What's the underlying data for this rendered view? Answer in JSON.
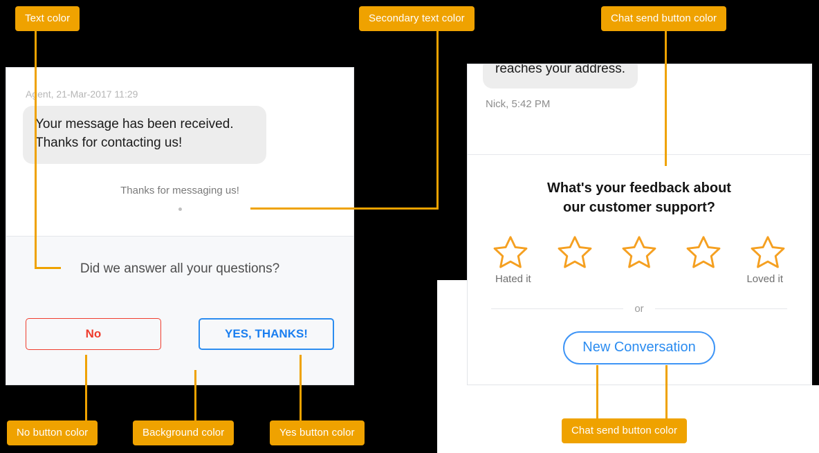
{
  "annotations": {
    "text_color": "Text color",
    "secondary_text_color": "Secondary text color",
    "chat_send_button_color_top": "Chat send button color",
    "no_button_color": "No button color",
    "background_color": "Background color",
    "yes_button_color": "Yes button color",
    "chat_send_button_color_bottom": "Chat send button color",
    "callout_bg": "#EFA200",
    "callout_text": "#FFFFFF"
  },
  "left_widget": {
    "message": {
      "meta": "Agent, 21-Mar-2017 11:29",
      "body": "Your message has been received. Thanks for contacting us!",
      "bubble_bg": "#EDEDED",
      "text_color": "#1A1A1A",
      "meta_color": "#B6B6B6"
    },
    "note": "Thanks for messaging us!",
    "note_color": "#7A7A7A",
    "panel_bg": "#F7F8FA",
    "question": "Did we answer all your questions?",
    "question_color": "#4D4D4D",
    "buttons": {
      "no": {
        "label": "No",
        "color": "#EF3C2D"
      },
      "yes": {
        "label": "YES, THANKS!",
        "color": "#1A7EF0"
      }
    }
  },
  "right_widget": {
    "message": {
      "body": "reaches your address.",
      "bubble_bg": "#EDEDED"
    },
    "meta": "Nick, 5:42 PM",
    "meta_color": "#8D8D8D",
    "feedback": {
      "prompt_line1": "What's your feedback about",
      "prompt_line2": "our customer support?",
      "prompt_color": "#141414",
      "star_color": "#F5A021",
      "star_count": 5,
      "stars_filled": 0,
      "label_low": "Hated it",
      "label_high": "Loved it",
      "label_color": "#6F6F6F",
      "or_text": "or",
      "new_conversation": {
        "label": "New Conversation",
        "color": "#2B8CF0"
      }
    }
  }
}
